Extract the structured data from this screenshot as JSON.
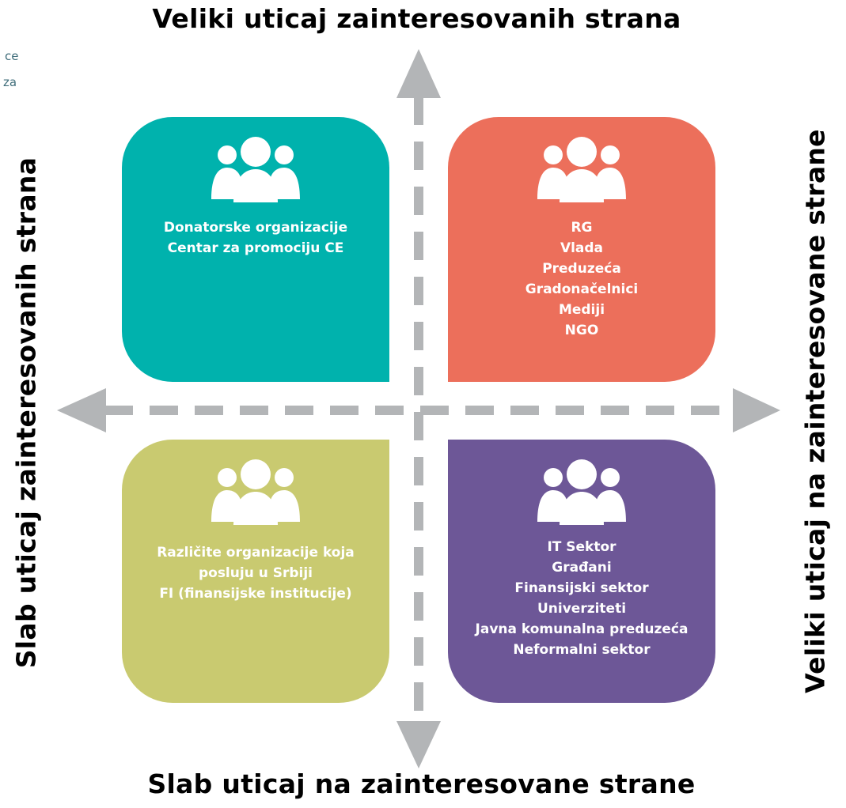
{
  "titles": {
    "top": "Veliki uticaj zainteresovanih strana",
    "bottom": "Slab uticaj na zainteresovane strane",
    "left": "Slab uticaj zainteresovanih strana",
    "right": "Veliki uticaj na zainteresovane strane"
  },
  "fragments": [
    "ce",
    "za"
  ],
  "colors": {
    "top_left": "#00b2ad",
    "top_right": "#ec6f5b",
    "bottom_left": "#c9ca70",
    "bottom_right": "#6d5797",
    "axis": "#b3b5b7"
  },
  "icon": "people-group-icon",
  "quadrants": {
    "top_left": {
      "lines": [
        "Donatorske organizacije",
        "Centar za promociju CE"
      ]
    },
    "top_right": {
      "lines": [
        "RG",
        "Vlada",
        "Preduzeća",
        "Gradonačelnici",
        "Mediji",
        "NGO"
      ]
    },
    "bottom_left": {
      "lines": [
        "Različite organizacije koja",
        "posluju u Srbiji",
        "FI (finansijske institucije)"
      ]
    },
    "bottom_right": {
      "lines": [
        "IT Sektor",
        "Građani",
        "Finansijski sektor",
        "Univerziteti",
        "Javna komunalna preduzeća",
        "Neformalni sektor"
      ]
    }
  }
}
